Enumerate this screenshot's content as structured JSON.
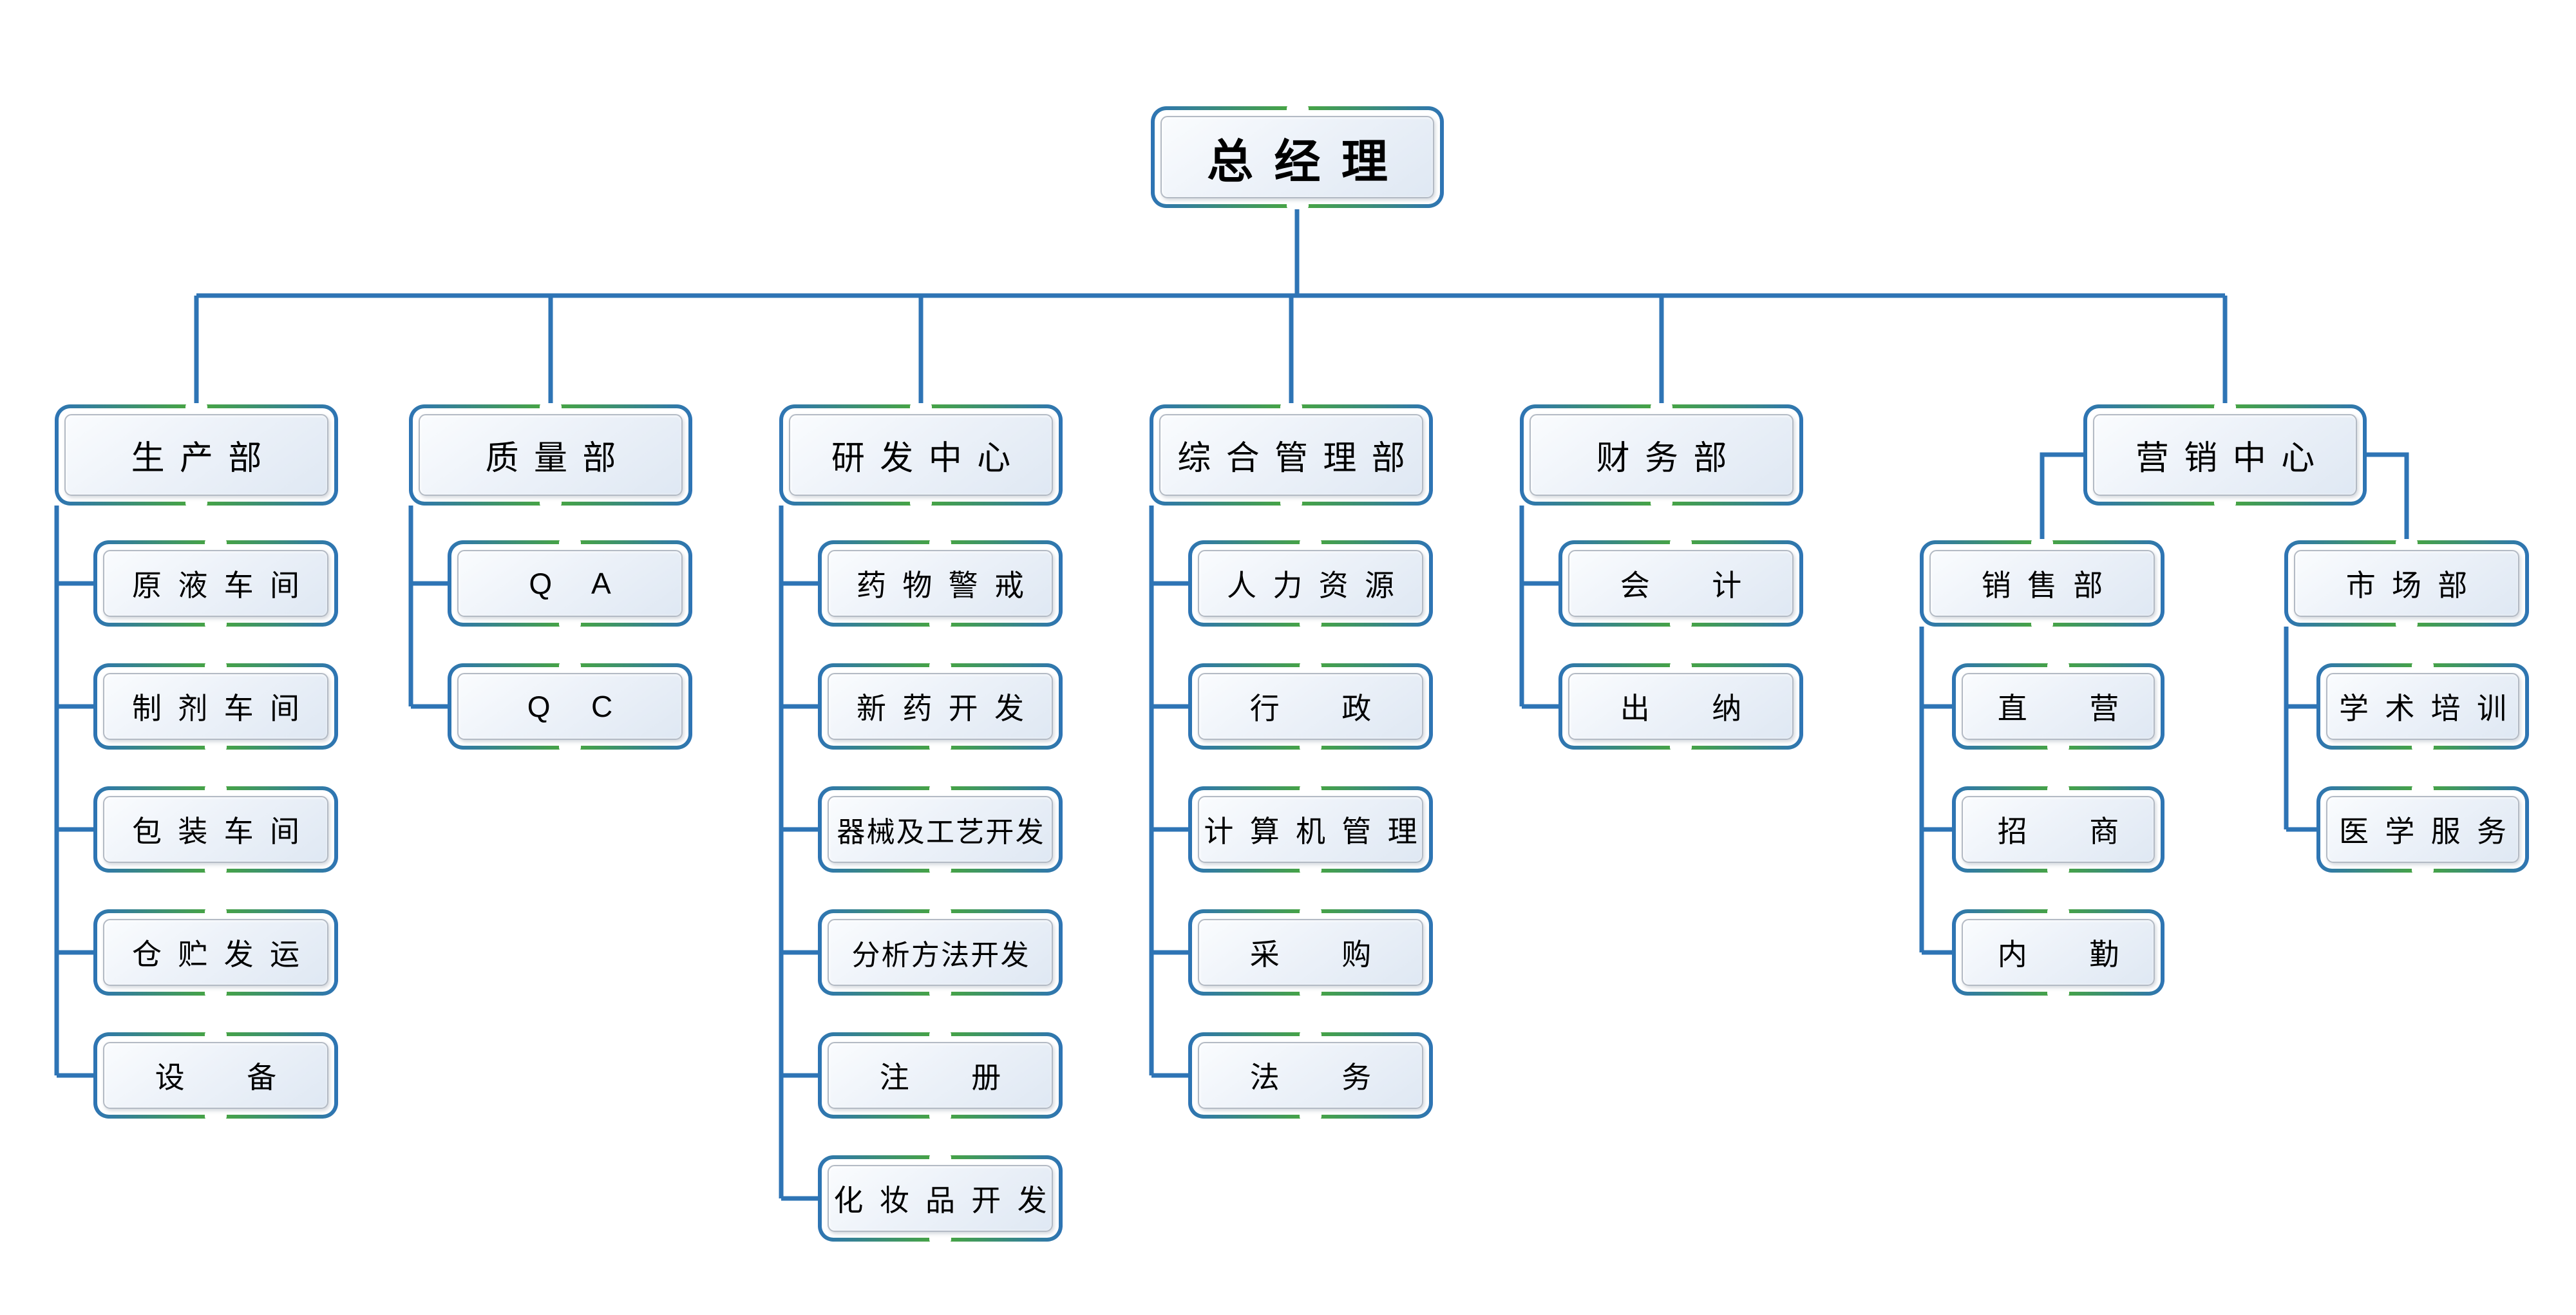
{
  "colors": {
    "connector_blue": "#2E74B5",
    "gradient_green": "#46A346",
    "inner_border_gray": "#B3BAC4",
    "node_fill_light": "#FAFCFE",
    "node_fill_dark": "#DFE8F3",
    "text_color": "#000000"
  },
  "org": {
    "root": {
      "label": "总经理"
    },
    "departments": [
      {
        "label": "生产部",
        "children": [
          {
            "label": "原液车间"
          },
          {
            "label": "制剂车间"
          },
          {
            "label": "包装车间"
          },
          {
            "label": "仓贮发运"
          },
          {
            "label": "设　备"
          }
        ]
      },
      {
        "label": "质量部",
        "children": [
          {
            "label": "Q A"
          },
          {
            "label": "Q C"
          }
        ]
      },
      {
        "label": "研发中心",
        "children": [
          {
            "label": "药物警戒"
          },
          {
            "label": "新药开发"
          },
          {
            "label": "器械及工艺开发"
          },
          {
            "label": "分析方法开发"
          },
          {
            "label": "注　册"
          },
          {
            "label": "化妆品开发"
          }
        ]
      },
      {
        "label": "综合管理部",
        "children": [
          {
            "label": "人力资源"
          },
          {
            "label": "行　政"
          },
          {
            "label": "计算机管理"
          },
          {
            "label": "采　购"
          },
          {
            "label": "法　务"
          }
        ]
      },
      {
        "label": "财务部",
        "children": [
          {
            "label": "会　计"
          },
          {
            "label": "出　纳"
          }
        ]
      },
      {
        "label": "营销中心",
        "children": [
          {
            "label": "销售部",
            "children": [
              {
                "label": "直　营"
              },
              {
                "label": "招　商"
              },
              {
                "label": "内　勤"
              }
            ]
          },
          {
            "label": "市场部",
            "children": [
              {
                "label": "学术培训"
              },
              {
                "label": "医学服务"
              }
            ]
          }
        ]
      }
    ]
  }
}
